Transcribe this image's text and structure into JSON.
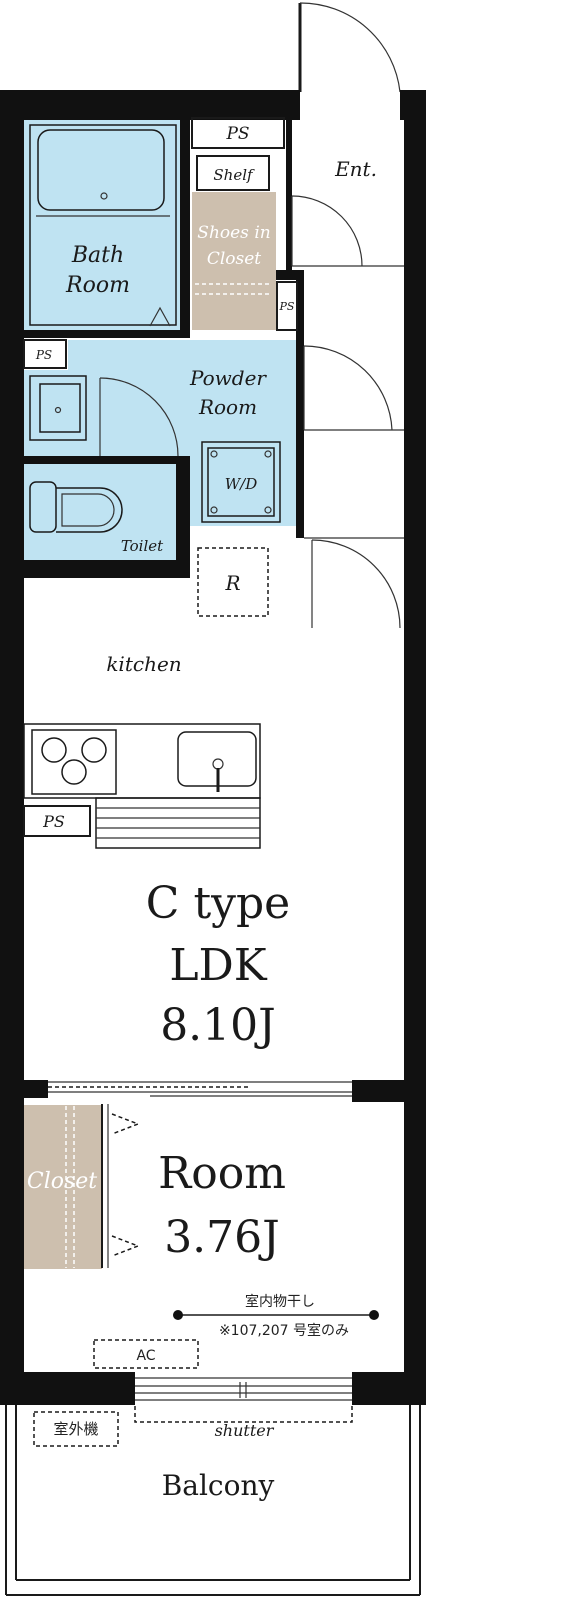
{
  "rooms": {
    "ps_top": "PS",
    "entrance": "Ent.",
    "shelf": "Shelf",
    "shoes_closet_line1": "Shoes in",
    "shoes_closet_line2": "Closet",
    "ps_small": "PS",
    "bath_line1": "Bath",
    "bath_line2": "Room",
    "ps_left": "PS",
    "powder_line1": "Powder",
    "powder_line2": "Room",
    "washer": "W/D",
    "toilet": "Toilet",
    "fridge": "R",
    "kitchen": "kitchen",
    "ps_kitchen": "PS",
    "ldk_type": "C type",
    "ldk_name": "LDK",
    "ldk_size": "8.10J",
    "closet": "Closet",
    "room_name": "Room",
    "room_size": "3.76J",
    "drying_line1": "室内物干し",
    "drying_line2": "※107,207 号室のみ",
    "ac": "AC",
    "outdoor_unit": "室外機",
    "shutter": "shutter",
    "balcony": "Balcony"
  },
  "colors": {
    "wet_area": "#bfe3f2",
    "closet": "#cdbfae",
    "wall": "#111111"
  }
}
